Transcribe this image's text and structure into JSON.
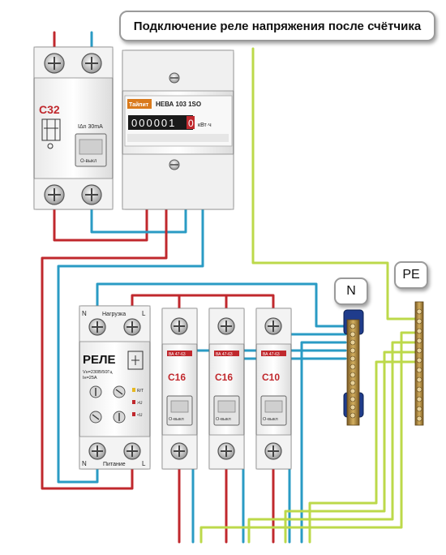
{
  "title": "Подключение реле напряжения после счётчика",
  "tags": {
    "neutral": "N",
    "earth": "PE"
  },
  "rcd": {
    "rating": "C32",
    "leakage": "IΔn 30mA",
    "toggle_label": "O-выкл"
  },
  "meter": {
    "brand": "Тайпит",
    "model": "НЕВА 103 1SO",
    "digits": "000001",
    "decimal": "0",
    "unit": "кВт·ч"
  },
  "relay": {
    "top_label": "Нагрузка",
    "bottom_label": "Питание",
    "name": "РЕЛЕ",
    "spec_line1": "Vн=230В/50Гц",
    "spec_line2": "Iн=25А",
    "top_n": "N",
    "top_l": "L",
    "bottom_n": "N",
    "bottom_l": "L",
    "led_right1": "R/T",
    "led_right2": ">U",
    "led_right3": "<U"
  },
  "breakers": [
    {
      "rating": "C16",
      "model": "ВА 47-63",
      "toggle_label": "O-выкл"
    },
    {
      "rating": "C16",
      "model": "ВА 47-63",
      "toggle_label": "O-выкл"
    },
    {
      "rating": "C10",
      "model": "ВА 47-63",
      "toggle_label": "O-выкл"
    }
  ],
  "colors": {
    "phase": "#c0282d",
    "neutral": "#2a9bc4",
    "earth": "#bcd94a",
    "bus_neutral": "#1f3c8c",
    "bus_brass": "#b08a3a"
  }
}
